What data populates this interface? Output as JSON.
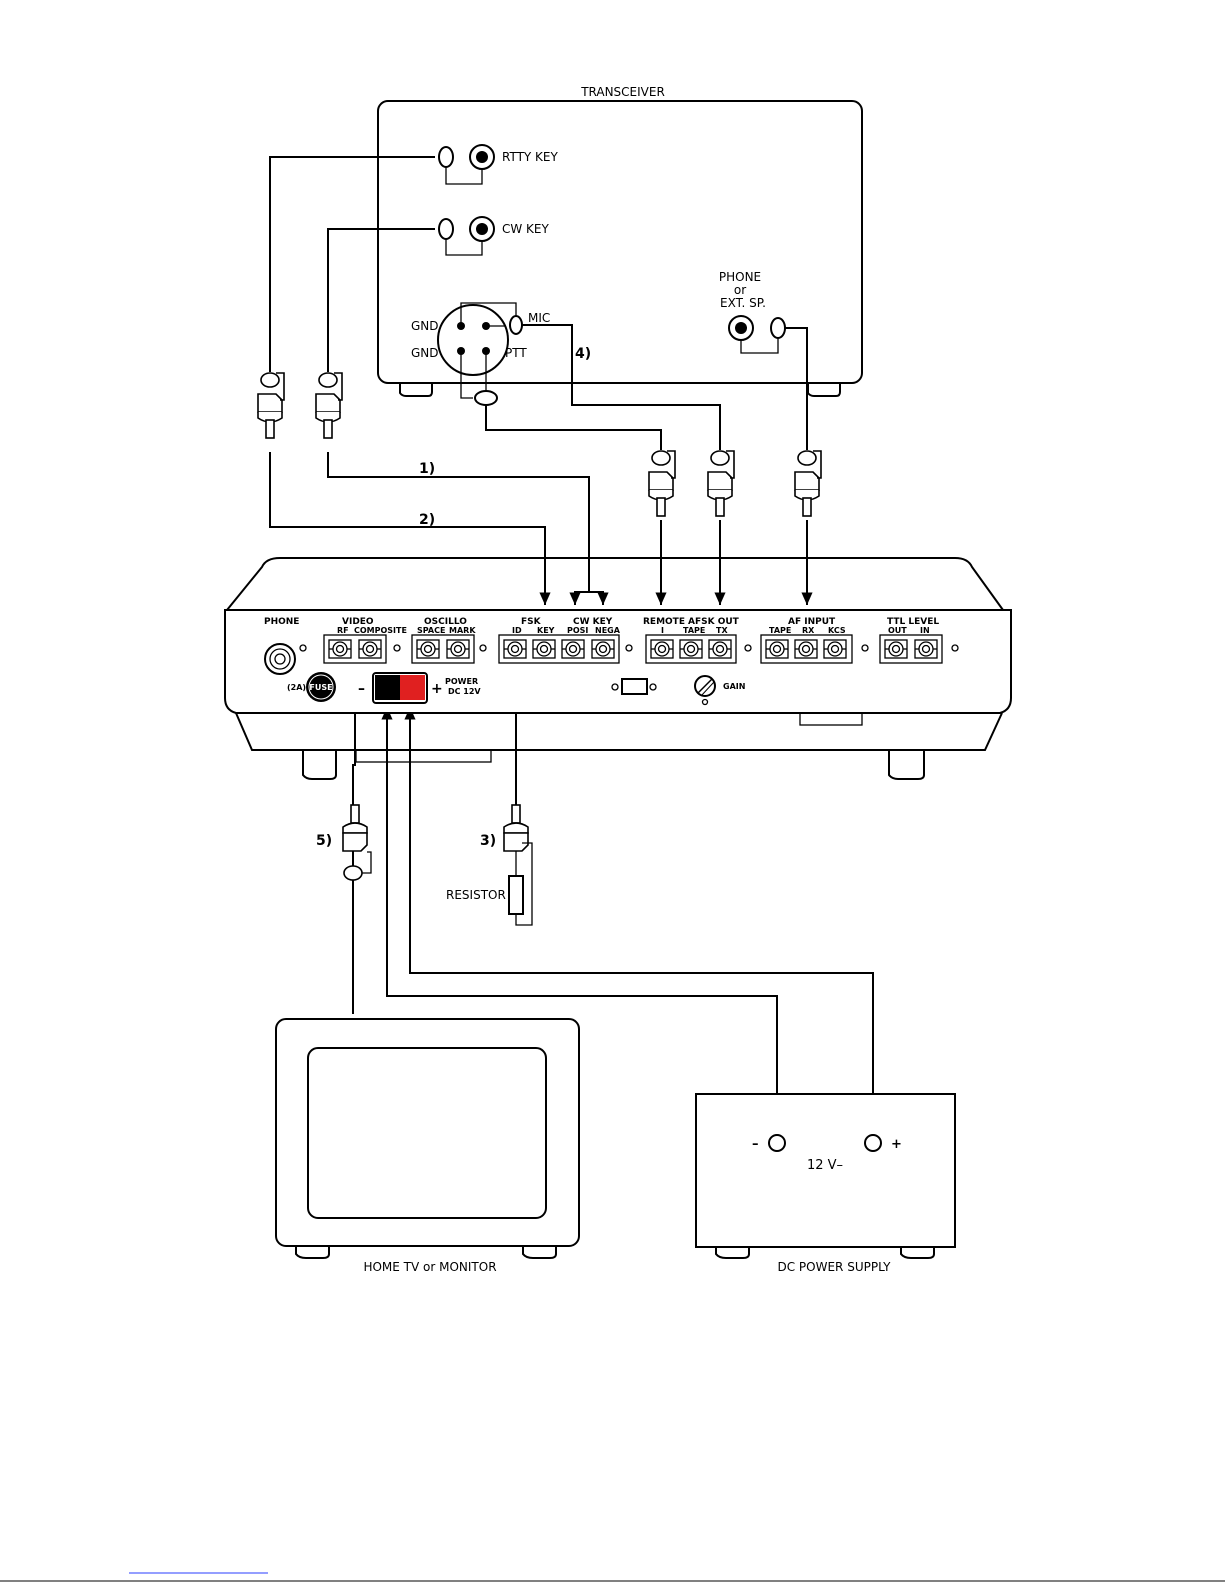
{
  "transceiver": {
    "title": "TRANSCEIVER",
    "rtty_key": "RTTY KEY",
    "cw_key": "CW KEY",
    "phone_line1": "PHONE",
    "phone_line2": "or",
    "phone_line3": "EXT. SP.",
    "mic": "MIC",
    "gnd_top": "GND",
    "gnd_bottom": "GND",
    "ptt": "PTT"
  },
  "cable_labels": {
    "c1": "1)",
    "c2": "2)",
    "c3": "3)",
    "c4": "4)",
    "c5": "5)"
  },
  "resistor_label": "RESISTOR",
  "unit_panel": {
    "phone": "PHONE",
    "video": "VIDEO",
    "video_rf": "RF",
    "video_composite": "COMPOSITE",
    "oscillo": "OSCILLO",
    "oscillo_space": "SPACE",
    "oscillo_mark": "MARK",
    "fsk": "FSK",
    "fsk_id": "ID",
    "fsk_key": "KEY",
    "cw_key": "CW KEY",
    "cw_posi": "POSI",
    "cw_nega": "NEGA",
    "remote": "REMOTE",
    "remote_sub": "I",
    "afsk_out": "AFSK OUT",
    "afsk_tape": "TAPE",
    "afsk_tx": "TX",
    "af_input": "AF INPUT",
    "af_tape": "TAPE",
    "af_rx": "RX",
    "af_kcs": "KCS",
    "ttl_level": "TTL LEVEL",
    "ttl_out": "OUT",
    "ttl_in": "IN",
    "fuse_rating": "(2A)",
    "fuse": "FUSE",
    "minus": "–",
    "plus": "+",
    "power_line1": "POWER",
    "power_line2": "DC 12V",
    "gain": "GAIN"
  },
  "monitor_label": "HOME TV or MONITOR",
  "power_supply": {
    "label": "DC POWER SUPPLY",
    "voltage": "12 V–",
    "minus": "–",
    "plus": "+"
  },
  "colors": {
    "ink": "#000000",
    "power_negative": "#000000",
    "power_positive": "#e02020",
    "link": "#2a3cff"
  }
}
